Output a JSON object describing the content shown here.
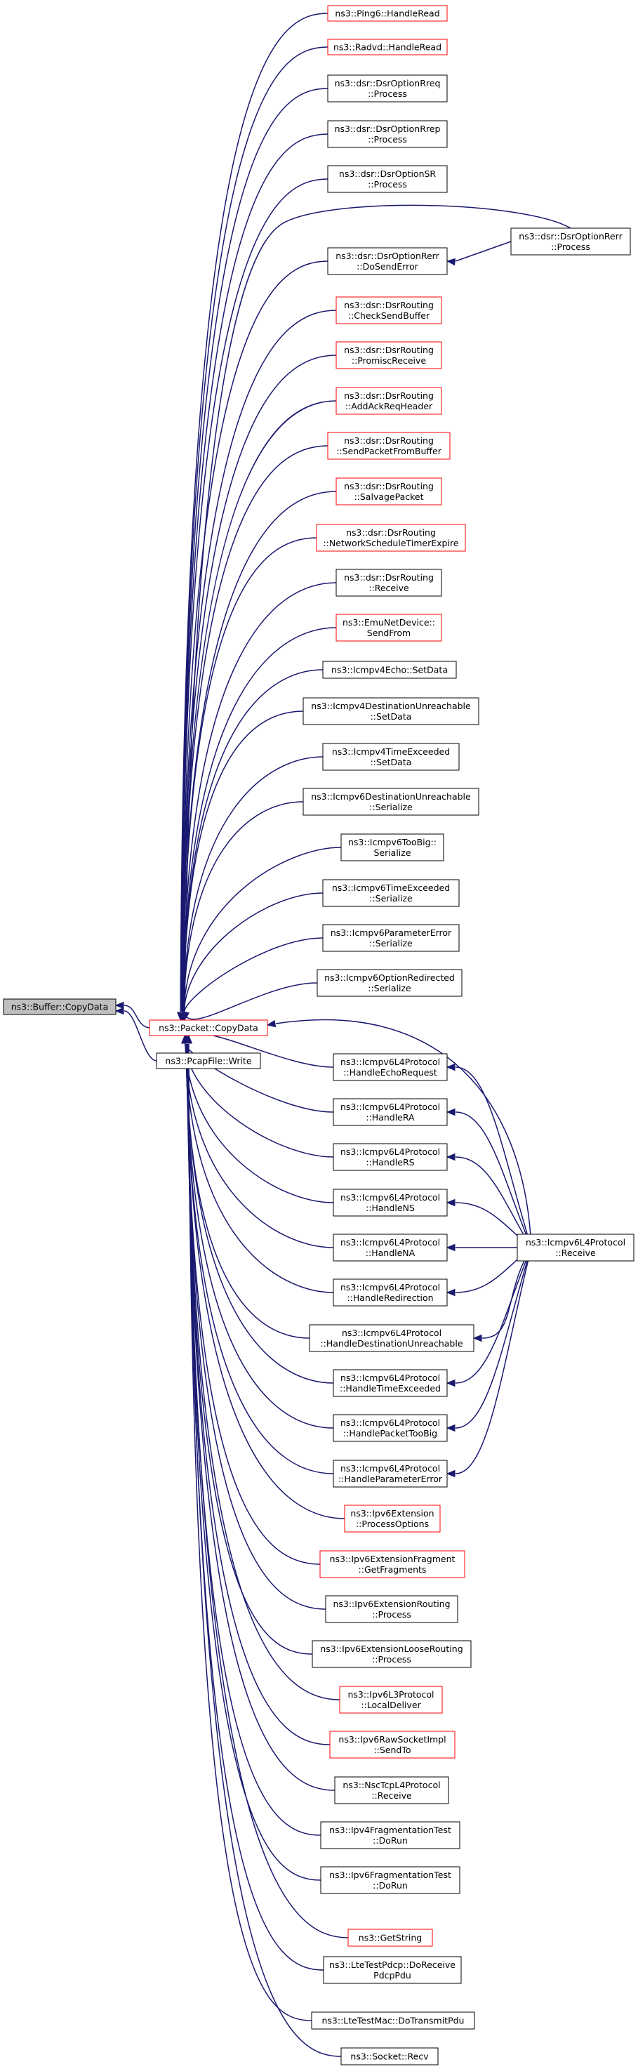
{
  "colors": {
    "edge": "#191970",
    "border_default": "#000000",
    "border_truncated": "#ff0000",
    "fill_focus": "#bfbfbf",
    "fill_default": "#ffffff"
  },
  "nodes": [
    {
      "id": "buffer_copydata",
      "lines": [
        "ns3::Buffer::CopyData"
      ],
      "style": "focus"
    },
    {
      "id": "packet_copydata",
      "lines": [
        "ns3::Packet::CopyData"
      ],
      "style": "red"
    },
    {
      "id": "pcapfile_write",
      "lines": [
        "ns3::PcapFile::Write"
      ],
      "style": "black"
    },
    {
      "id": "ping6_handleread",
      "lines": [
        "ns3::Ping6::HandleRead"
      ],
      "style": "red"
    },
    {
      "id": "radvd_handleread",
      "lines": [
        "ns3::Radvd::HandleRead"
      ],
      "style": "red"
    },
    {
      "id": "dsroptionrreq_process",
      "lines": [
        "ns3::dsr::DsrOptionRreq",
        "::Process"
      ],
      "style": "black"
    },
    {
      "id": "dsroptionrrep_process",
      "lines": [
        "ns3::dsr::DsrOptionRrep",
        "::Process"
      ],
      "style": "black"
    },
    {
      "id": "dsroptionsr_process",
      "lines": [
        "ns3::dsr::DsrOptionSR",
        "::Process"
      ],
      "style": "black"
    },
    {
      "id": "dsroptionrerr_dosenderror",
      "lines": [
        "ns3::dsr::DsrOptionRerr",
        "::DoSendError"
      ],
      "style": "black"
    },
    {
      "id": "dsroptionrerr_process",
      "lines": [
        "ns3::dsr::DsrOptionRerr",
        "::Process"
      ],
      "style": "black"
    },
    {
      "id": "dsrrouting_checksendbuffer",
      "lines": [
        "ns3::dsr::DsrRouting",
        "::CheckSendBuffer"
      ],
      "style": "red"
    },
    {
      "id": "dsrrouting_promiscreceive",
      "lines": [
        "ns3::dsr::DsrRouting",
        "::PromiscReceive"
      ],
      "style": "red"
    },
    {
      "id": "dsrrouting_addackreqheader",
      "lines": [
        "ns3::dsr::DsrRouting",
        "::AddAckReqHeader"
      ],
      "style": "red"
    },
    {
      "id": "dsrrouting_sendpacketfrombuffer",
      "lines": [
        "ns3::dsr::DsrRouting",
        "::SendPacketFromBuffer"
      ],
      "style": "red"
    },
    {
      "id": "dsrrouting_salvagepacket",
      "lines": [
        "ns3::dsr::DsrRouting",
        "::SalvagePacket"
      ],
      "style": "red"
    },
    {
      "id": "dsrrouting_networkscheduletimerexpire",
      "lines": [
        "ns3::dsr::DsrRouting",
        "::NetworkScheduleTimerExpire"
      ],
      "style": "red"
    },
    {
      "id": "dsrrouting_receive",
      "lines": [
        "ns3::dsr::DsrRouting",
        "::Receive"
      ],
      "style": "black"
    },
    {
      "id": "emunetdevice_sendfrom",
      "lines": [
        "ns3::EmuNetDevice::",
        "SendFrom"
      ],
      "style": "red"
    },
    {
      "id": "icmpv4echo_setdata",
      "lines": [
        "ns3::Icmpv4Echo::SetData"
      ],
      "style": "black"
    },
    {
      "id": "icmpv4destunreach_setdata",
      "lines": [
        "ns3::Icmpv4DestinationUnreachable",
        "::SetData"
      ],
      "style": "black"
    },
    {
      "id": "icmpv4timeexceeded_setdata",
      "lines": [
        "ns3::Icmpv4TimeExceeded",
        "::SetData"
      ],
      "style": "black"
    },
    {
      "id": "icmpv6destunreach_serialize",
      "lines": [
        "ns3::Icmpv6DestinationUnreachable",
        "::Serialize"
      ],
      "style": "black"
    },
    {
      "id": "icmpv6toobig_serialize",
      "lines": [
        "ns3::Icmpv6TooBig::",
        "Serialize"
      ],
      "style": "black"
    },
    {
      "id": "icmpv6timeexceeded_serialize",
      "lines": [
        "ns3::Icmpv6TimeExceeded",
        "::Serialize"
      ],
      "style": "black"
    },
    {
      "id": "icmpv6parametererror_serialize",
      "lines": [
        "ns3::Icmpv6ParameterError",
        "::Serialize"
      ],
      "style": "black"
    },
    {
      "id": "icmpv6optionredirected_serialize",
      "lines": [
        "ns3::Icmpv6OptionRedirected",
        "::Serialize"
      ],
      "style": "black"
    },
    {
      "id": "icmpv6l4_handleechorequest",
      "lines": [
        "ns3::Icmpv6L4Protocol",
        "::HandleEchoRequest"
      ],
      "style": "black"
    },
    {
      "id": "icmpv6l4_handlera",
      "lines": [
        "ns3::Icmpv6L4Protocol",
        "::HandleRA"
      ],
      "style": "black"
    },
    {
      "id": "icmpv6l4_handlers",
      "lines": [
        "ns3::Icmpv6L4Protocol",
        "::HandleRS"
      ],
      "style": "black"
    },
    {
      "id": "icmpv6l4_handlens",
      "lines": [
        "ns3::Icmpv6L4Protocol",
        "::HandleNS"
      ],
      "style": "black"
    },
    {
      "id": "icmpv6l4_handlena",
      "lines": [
        "ns3::Icmpv6L4Protocol",
        "::HandleNA"
      ],
      "style": "black"
    },
    {
      "id": "icmpv6l4_handleredirection",
      "lines": [
        "ns3::Icmpv6L4Protocol",
        "::HandleRedirection"
      ],
      "style": "black"
    },
    {
      "id": "icmpv6l4_handledestunreach",
      "lines": [
        "ns3::Icmpv6L4Protocol",
        "::HandleDestinationUnreachable"
      ],
      "style": "black"
    },
    {
      "id": "icmpv6l4_handletimeexceeded",
      "lines": [
        "ns3::Icmpv6L4Protocol",
        "::HandleTimeExceeded"
      ],
      "style": "black"
    },
    {
      "id": "icmpv6l4_handlepackettoobig",
      "lines": [
        "ns3::Icmpv6L4Protocol",
        "::HandlePacketTooBig"
      ],
      "style": "black"
    },
    {
      "id": "icmpv6l4_handleparametererror",
      "lines": [
        "ns3::Icmpv6L4Protocol",
        "::HandleParameterError"
      ],
      "style": "black"
    },
    {
      "id": "icmpv6l4_receive",
      "lines": [
        "ns3::Icmpv6L4Protocol",
        "::Receive"
      ],
      "style": "black"
    },
    {
      "id": "ipv6extension_processoptions",
      "lines": [
        "ns3::Ipv6Extension",
        "::ProcessOptions"
      ],
      "style": "red"
    },
    {
      "id": "ipv6extfragment_getfragments",
      "lines": [
        "ns3::Ipv6ExtensionFragment",
        "::GetFragments"
      ],
      "style": "red"
    },
    {
      "id": "ipv6extrouting_process",
      "lines": [
        "ns3::Ipv6ExtensionRouting",
        "::Process"
      ],
      "style": "black"
    },
    {
      "id": "ipv6extlooserouting_process",
      "lines": [
        "ns3::Ipv6ExtensionLooseRouting",
        "::Process"
      ],
      "style": "black"
    },
    {
      "id": "ipv6l3_localdeliver",
      "lines": [
        "ns3::Ipv6L3Protocol",
        "::LocalDeliver"
      ],
      "style": "red"
    },
    {
      "id": "ipv6rawsocketimpl_sendto",
      "lines": [
        "ns3::Ipv6RawSocketImpl",
        "::SendTo"
      ],
      "style": "red"
    },
    {
      "id": "nsctcpl4_receive",
      "lines": [
        "ns3::NscTcpL4Protocol",
        "::Receive"
      ],
      "style": "black"
    },
    {
      "id": "ipv4fragtest_dorun",
      "lines": [
        "ns3::Ipv4FragmentationTest",
        "::DoRun"
      ],
      "style": "black"
    },
    {
      "id": "ipv6fragtest_dorun",
      "lines": [
        "ns3::Ipv6FragmentationTest",
        "::DoRun"
      ],
      "style": "black"
    },
    {
      "id": "getstring",
      "lines": [
        "ns3::GetString"
      ],
      "style": "red"
    },
    {
      "id": "ltetestpdcp_doreceivepdcppdu",
      "lines": [
        "ns3::LteTestPdcp::DoReceive",
        "PdcpPdu"
      ],
      "style": "black"
    },
    {
      "id": "ltetestmac_dotransmitpdu",
      "lines": [
        "ns3::LteTestMac::DoTransmitPdu"
      ],
      "style": "black"
    },
    {
      "id": "socket_recv",
      "lines": [
        "ns3::Socket::Recv"
      ],
      "style": "black"
    }
  ],
  "edges": [
    [
      "packet_copydata",
      "buffer_copydata"
    ],
    [
      "pcapfile_write",
      "buffer_copydata"
    ],
    [
      "ping6_handleread",
      "packet_copydata"
    ],
    [
      "radvd_handleread",
      "packet_copydata"
    ],
    [
      "dsroptionrreq_process",
      "packet_copydata"
    ],
    [
      "dsroptionrrep_process",
      "packet_copydata"
    ],
    [
      "dsroptionsr_process",
      "packet_copydata"
    ],
    [
      "dsroptionrerr_process",
      "packet_copydata"
    ],
    [
      "dsroptionrerr_dosenderror",
      "packet_copydata"
    ],
    [
      "dsroptionrerr_process",
      "dsroptionrerr_dosenderror"
    ],
    [
      "dsrrouting_checksendbuffer",
      "packet_copydata"
    ],
    [
      "dsrrouting_promiscreceive",
      "packet_copydata"
    ],
    [
      "dsrrouting_addackreqheader",
      "packet_copydata"
    ],
    [
      "dsrrouting_sendpacketfrombuffer",
      "packet_copydata"
    ],
    [
      "dsrrouting_salvagepacket",
      "packet_copydata"
    ],
    [
      "dsrrouting_networkscheduletimerexpire",
      "packet_copydata"
    ],
    [
      "dsrrouting_receive",
      "packet_copydata"
    ],
    [
      "emunetdevice_sendfrom",
      "packet_copydata"
    ],
    [
      "icmpv4echo_setdata",
      "packet_copydata"
    ],
    [
      "icmpv4destunreach_setdata",
      "packet_copydata"
    ],
    [
      "icmpv4timeexceeded_setdata",
      "packet_copydata"
    ],
    [
      "icmpv6destunreach_serialize",
      "packet_copydata"
    ],
    [
      "icmpv6toobig_serialize",
      "packet_copydata"
    ],
    [
      "icmpv6timeexceeded_serialize",
      "packet_copydata"
    ],
    [
      "icmpv6parametererror_serialize",
      "packet_copydata"
    ],
    [
      "icmpv6optionredirected_serialize",
      "packet_copydata"
    ],
    [
      "icmpv6l4_receive",
      "packet_copydata"
    ],
    [
      "icmpv6l4_handleechorequest",
      "packet_copydata"
    ],
    [
      "icmpv6l4_handlera",
      "packet_copydata"
    ],
    [
      "icmpv6l4_handlers",
      "packet_copydata"
    ],
    [
      "icmpv6l4_handlens",
      "packet_copydata"
    ],
    [
      "icmpv6l4_handlena",
      "packet_copydata"
    ],
    [
      "icmpv6l4_handleredirection",
      "packet_copydata"
    ],
    [
      "icmpv6l4_handledestunreach",
      "packet_copydata"
    ],
    [
      "icmpv6l4_handletimeexceeded",
      "packet_copydata"
    ],
    [
      "icmpv6l4_handlepackettoobig",
      "packet_copydata"
    ],
    [
      "icmpv6l4_handleparametererror",
      "packet_copydata"
    ],
    [
      "icmpv6l4_receive",
      "icmpv6l4_handleechorequest"
    ],
    [
      "icmpv6l4_receive",
      "icmpv6l4_handlera"
    ],
    [
      "icmpv6l4_receive",
      "icmpv6l4_handlers"
    ],
    [
      "icmpv6l4_receive",
      "icmpv6l4_handlens"
    ],
    [
      "icmpv6l4_receive",
      "icmpv6l4_handlena"
    ],
    [
      "icmpv6l4_receive",
      "icmpv6l4_handleredirection"
    ],
    [
      "icmpv6l4_receive",
      "icmpv6l4_handledestunreach"
    ],
    [
      "icmpv6l4_receive",
      "icmpv6l4_handletimeexceeded"
    ],
    [
      "icmpv6l4_receive",
      "icmpv6l4_handlepackettoobig"
    ],
    [
      "icmpv6l4_receive",
      "icmpv6l4_handleparametererror"
    ],
    [
      "ipv6extension_processoptions",
      "packet_copydata"
    ],
    [
      "ipv6extfragment_getfragments",
      "packet_copydata"
    ],
    [
      "ipv6extrouting_process",
      "packet_copydata"
    ],
    [
      "ipv6extlooserouting_process",
      "packet_copydata"
    ],
    [
      "ipv6l3_localdeliver",
      "packet_copydata"
    ],
    [
      "ipv6rawsocketimpl_sendto",
      "packet_copydata"
    ],
    [
      "nsctcpl4_receive",
      "packet_copydata"
    ],
    [
      "ipv4fragtest_dorun",
      "packet_copydata"
    ],
    [
      "ipv6fragtest_dorun",
      "packet_copydata"
    ],
    [
      "getstring",
      "packet_copydata"
    ],
    [
      "ltetestpdcp_doreceivepdcppdu",
      "packet_copydata"
    ],
    [
      "ltetestmac_dotransmitpdu",
      "packet_copydata"
    ],
    [
      "socket_recv",
      "packet_copydata"
    ]
  ]
}
